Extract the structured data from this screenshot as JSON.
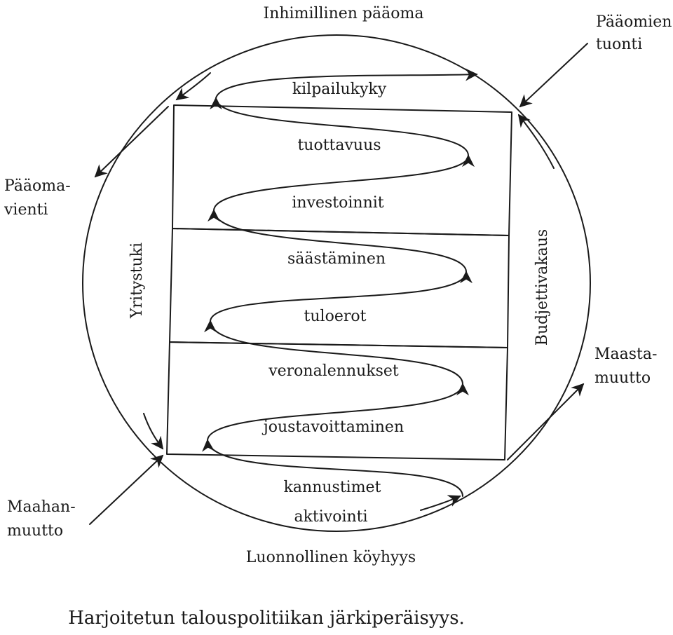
{
  "diagram": {
    "title_top": "Inhimillinen pääoma",
    "title_bottom": "Luonnollinen köyhyys",
    "caption": "Harjoitetun talouspolitiikan järkiperäisyys.",
    "left_vertical": "Yritystuki",
    "right_vertical": "Budjettivakaus",
    "outer_labels": {
      "capital_import": [
        "Pääomien",
        "tuonti"
      ],
      "capital_export": [
        "Pääoma-",
        "vienti"
      ],
      "emigration": [
        "Maasta-",
        "muutto"
      ],
      "immigration": [
        "Maahan-",
        "muutto"
      ]
    },
    "steps": [
      "kilpailukyky",
      "tuottavuus",
      "investoinnit",
      "säästäminen",
      "tuloerot",
      "veronalennukset",
      "joustavoittaminen",
      "kannustimet",
      "aktivointi"
    ]
  }
}
